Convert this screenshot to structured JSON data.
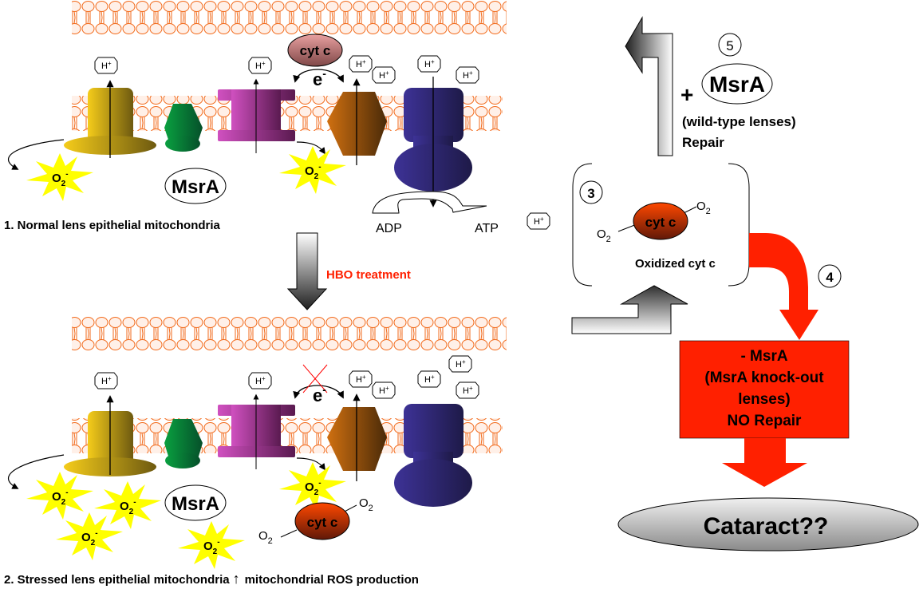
{
  "panel1": {
    "caption": "1. Normal lens epithelial mitochondria",
    "msra": "MsrA",
    "cytc": "cyt c",
    "electron": "e",
    "electron_sup": "-",
    "adp": "ADP",
    "atp": "ATP",
    "proton": "H",
    "proton_sup": "+",
    "superoxide": "O",
    "superoxide_sub": "2",
    "superoxide_sup": "-"
  },
  "transition": {
    "label": "HBO treatment"
  },
  "panel2": {
    "caption_part1": "2. Stressed lens epithelial mitochondria",
    "caption_arrow": "↑",
    "caption_part2": "mitochondrial ROS production",
    "msra": "MsrA",
    "cytc": "cyt c",
    "electron": "e",
    "electron_sup": "-",
    "oxygen": "O",
    "oxygen_sub": "2"
  },
  "right": {
    "step3": "3",
    "step4": "4",
    "step5": "5",
    "oxidized_cytc_label": "Oxidized cyt c",
    "cytc": "cyt c",
    "plus": "+",
    "msra": "MsrA",
    "wildtype": "(wild-type lenses)",
    "repair": "Repair",
    "ko_line1": "- MsrA",
    "ko_line2": "(MsrA knock-out",
    "ko_line3": "lenses)",
    "ko_line4": "NO Repair",
    "cataract": "Cataract??"
  },
  "colors": {
    "membrane": "#f26a1b",
    "membrane_fill": "#fff0e8",
    "complex1": "#e8b820",
    "msra_protein": "#0a8a3a",
    "complex3": "#c040b0",
    "complex4": "#b8640a",
    "atp_synthase": "#3a2f8f",
    "superoxide": "#ffff00",
    "cytc_normal": "#c87878",
    "cytc_oxidized": "#e03000",
    "red_path": "#ff2000",
    "hbo_text": "#ff2000"
  }
}
